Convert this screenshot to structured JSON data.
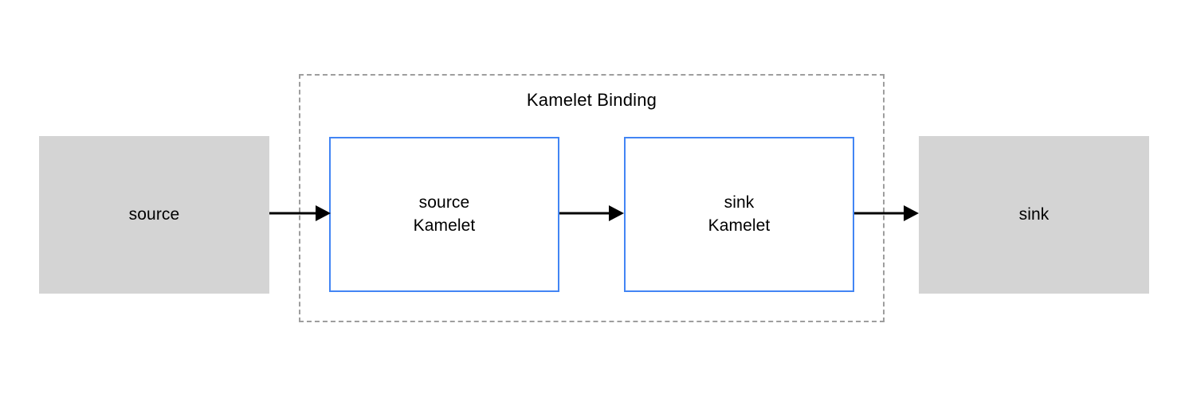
{
  "diagram": {
    "title": "Kamelet Binding",
    "background_color": "#FFFFFF",
    "group": {
      "label": "Kamelet Binding",
      "border_style": "dashed",
      "border_color": "#9E9E9E"
    },
    "nodes": [
      {
        "id": "source-external",
        "label": "source",
        "kind": "external",
        "fill_color": "#D4D4D4",
        "border_color": "none"
      },
      {
        "id": "source-kamelet",
        "label": "source\nKamelet",
        "kind": "kamelet",
        "fill_color": "#FFFFFF",
        "border_color": "#4285F4"
      },
      {
        "id": "sink-kamelet",
        "label": "sink\nKamelet",
        "kind": "kamelet",
        "fill_color": "#FFFFFF",
        "border_color": "#4285F4"
      },
      {
        "id": "sink-external",
        "label": "sink",
        "kind": "external",
        "fill_color": "#D4D4D4",
        "border_color": "none"
      }
    ],
    "connectors": [
      {
        "id": "arrow-source-to-source-kamelet",
        "from": "source-external",
        "to": "source-kamelet",
        "color": "#000000"
      },
      {
        "id": "arrow-source-kamelet-to-sink-kamelet",
        "from": "source-kamelet",
        "to": "sink-kamelet",
        "color": "#000000"
      },
      {
        "id": "arrow-sink-kamelet-to-sink",
        "from": "sink-kamelet",
        "to": "sink-external",
        "color": "#000000"
      }
    ]
  }
}
